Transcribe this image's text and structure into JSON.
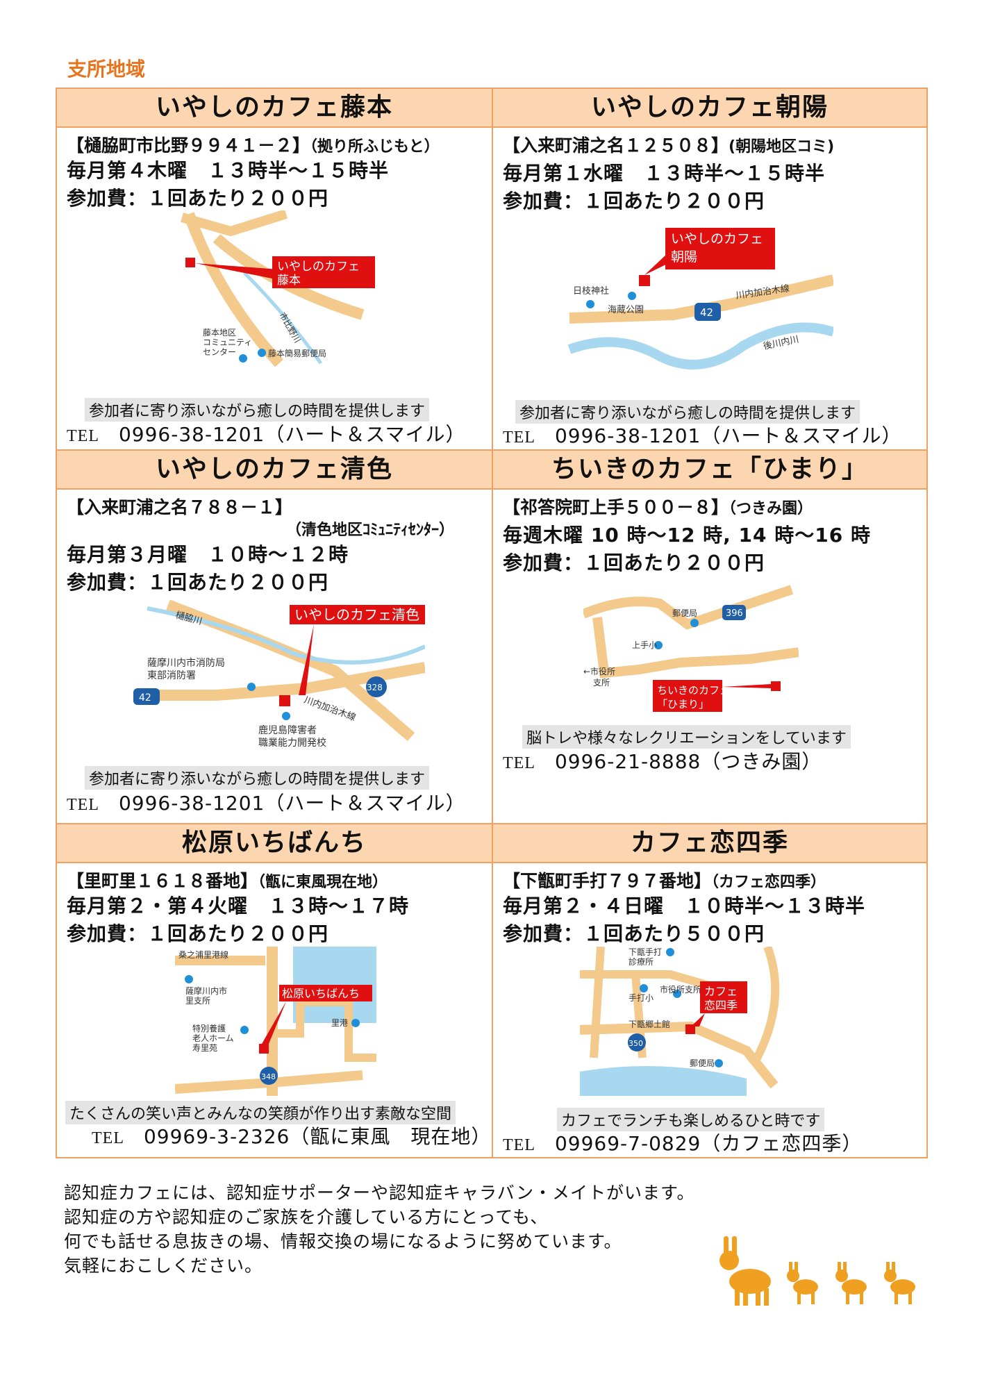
{
  "section_title": "支所地域",
  "cafes": [
    {
      "name": "いやしのカフェ藤本",
      "address": "【樋脇町市比野９９４１－２】",
      "address_note": "（拠り所ふじもと）",
      "schedule": "毎月第４木曜　１３時半～１５時半",
      "fee": "参加費：１回あたり２００円",
      "map_labels": [
        "いやしのカフェ",
        "藤本",
        "市比野川",
        "藤本地区",
        "コミュニティ",
        "センター",
        "藤本簡易郵便局"
      ],
      "caption": "参加者に寄り添いながら癒しの時間を提供します",
      "tel_label": "TEL",
      "tel": "0996-38-1201（ハート＆スマイル）"
    },
    {
      "name": "いやしのカフェ朝陽",
      "address": "【入来町浦之名１２５０８】",
      "address_note": "(朝陽地区コミ)",
      "schedule": "毎月第１水曜　１３時半～１５時半",
      "fee": "参加費：１回あたり２００円",
      "map_labels": [
        "いやしのカフェ",
        "朝陽",
        "日枝神社",
        "海蔵公園",
        "42",
        "川内加治木線",
        "後川内川"
      ],
      "caption": "参加者に寄り添いながら癒しの時間を提供します",
      "tel_label": "TEL",
      "tel": "0996-38-1201（ハート＆スマイル）"
    },
    {
      "name": "いやしのカフェ清色",
      "address": "【入来町浦之名７８８－１】",
      "address_note": "（清色地区ｺﾐｭﾆﾃｨｾﾝﾀｰ）",
      "schedule": "毎月第３月曜　１０時～１２時",
      "fee": "参加費：１回あたり２００円",
      "map_labels": [
        "いやしのカフェ清色",
        "樋脇川",
        "薩摩川内市消防局",
        "東部消防署",
        "42",
        "328",
        "川内加治木線",
        "鹿児島障害者",
        "職業能力開発校"
      ],
      "caption": "参加者に寄り添いながら癒しの時間を提供します",
      "tel_label": "TEL",
      "tel": "0996-38-1201（ハート＆スマイル）"
    },
    {
      "name": "ちいきのカフェ「ひまり」",
      "address": "【祁答院町上手５００－８】",
      "address_note": "（つきみ園）",
      "schedule": "毎週木曜 10 時～12 時, 14 時～16 時",
      "fee": "参加費：１回あたり２００円",
      "map_labels": [
        "郵便局",
        "396",
        "上手小",
        "←市役所",
        "支所",
        "ちいきのカフェ",
        "「ひまり」"
      ],
      "caption": "脳トレや様々なレクリエーションをしています",
      "tel_label": "TEL",
      "tel": "0996-21-8888（つきみ園）"
    },
    {
      "name": "松原いちばんち",
      "address": "【里町里１６１８番地】",
      "address_note": "（甑に東風現在地）",
      "schedule": "毎月第２・第４火曜　１３時～１７時",
      "fee": "参加費：１回あたり２００円",
      "map_labels": [
        "桑之浦里港線",
        "薩摩川内市",
        "里支所",
        "松原いちばんち",
        "里港",
        "特別養護",
        "老人ホーム",
        "寿里苑",
        "348"
      ],
      "caption": "たくさんの笑い声とみんなの笑顔が作り出す素敵な空間",
      "tel_label": "TEL",
      "tel": "09969-3-2326（甑に東風　現在地）"
    },
    {
      "name": "カフェ恋四季",
      "address": "【下甑町手打７９７番地】",
      "address_note": "（カフェ恋四季）",
      "schedule": "毎月第２・４日曜　１０時半～１３時半",
      "fee": "参加費：１回あたり５００円",
      "map_labels": [
        "下甑手打",
        "診療所",
        "手打小",
        "市役所支所",
        "カフェ",
        "恋四季",
        "下甑郷土館",
        "350",
        "郵便局"
      ],
      "caption": "カフェでランチも楽しめるひと時です",
      "tel_label": "TEL",
      "tel": "09969-7-0829（カフェ恋四季）"
    }
  ],
  "footer": [
    "認知症カフェには、認知症サポーターや認知症キャラバン・メイトがいます。",
    "認知症の方や認知症のご家族を介護している方にとっても、",
    "何でも話せる息抜きの場、情報交換の場になるように努めています。",
    "気軽におこしください。"
  ],
  "colors": {
    "accent": "#e8731d",
    "header_bg": "#fcd6b0",
    "border": "#f0a060",
    "road": "#f4c98c",
    "river": "#a8d8f0",
    "marker": "#e01010",
    "deer": "#f0a020"
  }
}
